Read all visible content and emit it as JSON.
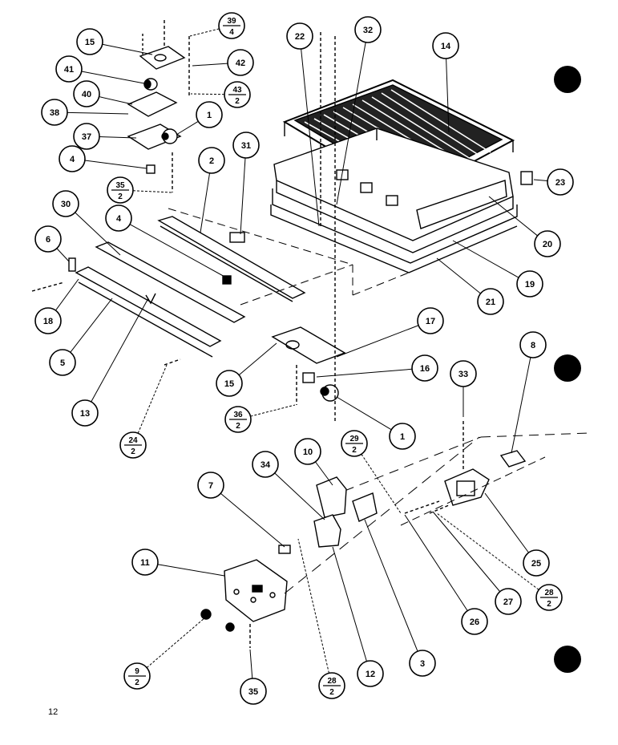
{
  "page_number": "12",
  "callouts": [
    {
      "id": "c15a",
      "label": "15"
    },
    {
      "id": "c41",
      "label": "41"
    },
    {
      "id": "c40",
      "label": "40"
    },
    {
      "id": "c38",
      "label": "38"
    },
    {
      "id": "c37",
      "label": "37"
    },
    {
      "id": "c4a",
      "label": "4"
    },
    {
      "id": "c1a",
      "label": "1"
    },
    {
      "id": "c42",
      "label": "42"
    },
    {
      "id": "c2",
      "label": "2"
    },
    {
      "id": "c31",
      "label": "31"
    },
    {
      "id": "c30",
      "label": "30"
    },
    {
      "id": "c4b",
      "label": "4"
    },
    {
      "id": "c6",
      "label": "6"
    },
    {
      "id": "c18",
      "label": "18"
    },
    {
      "id": "c5",
      "label": "5"
    },
    {
      "id": "c13",
      "label": "13"
    },
    {
      "id": "c22",
      "label": "22"
    },
    {
      "id": "c32",
      "label": "32"
    },
    {
      "id": "c14",
      "label": "14"
    },
    {
      "id": "c23",
      "label": "23"
    },
    {
      "id": "c20",
      "label": "20"
    },
    {
      "id": "c19",
      "label": "19"
    },
    {
      "id": "c21",
      "label": "21"
    },
    {
      "id": "c17",
      "label": "17"
    },
    {
      "id": "c16",
      "label": "16"
    },
    {
      "id": "c15b",
      "label": "15"
    },
    {
      "id": "c1b",
      "label": "1"
    },
    {
      "id": "c8",
      "label": "8"
    },
    {
      "id": "c33",
      "label": "33"
    },
    {
      "id": "c10",
      "label": "10"
    },
    {
      "id": "c7",
      "label": "7"
    },
    {
      "id": "c34",
      "label": "34"
    },
    {
      "id": "c11",
      "label": "11"
    },
    {
      "id": "c25",
      "label": "25"
    },
    {
      "id": "c26",
      "label": "26"
    },
    {
      "id": "c27",
      "label": "27"
    },
    {
      "id": "c12",
      "label": "12"
    },
    {
      "id": "c3",
      "label": "3"
    },
    {
      "id": "c35",
      "label": "35"
    }
  ],
  "fraction_callouts": [
    {
      "id": "f39",
      "num": "39",
      "den": "4"
    },
    {
      "id": "f43",
      "num": "43",
      "den": "2"
    },
    {
      "id": "f35",
      "num": "35",
      "den": "2"
    },
    {
      "id": "f24",
      "num": "24",
      "den": "2"
    },
    {
      "id": "f36",
      "num": "36",
      "den": "2"
    },
    {
      "id": "f29",
      "num": "29",
      "den": "2"
    },
    {
      "id": "f28a",
      "num": "28",
      "den": "2"
    },
    {
      "id": "f9",
      "num": "9",
      "den": "2"
    },
    {
      "id": "f28b",
      "num": "28",
      "den": "2"
    }
  ]
}
